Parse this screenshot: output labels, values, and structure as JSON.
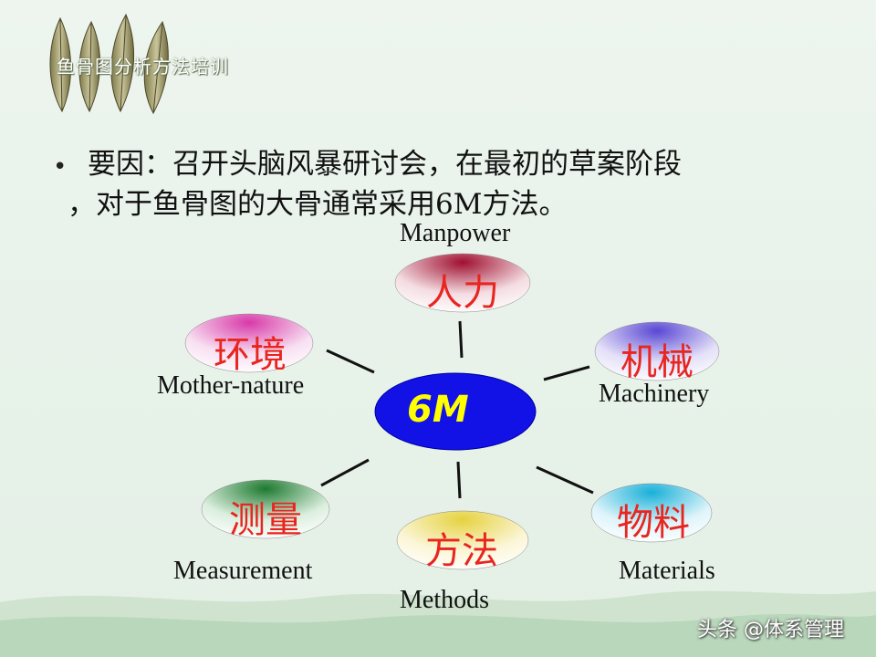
{
  "slide": {
    "title": "鱼骨图分析方法培训",
    "bullet_line1": "要因：召开头脑风暴研讨会，在最初的草案阶段",
    "bullet_line2": "，对于鱼骨图的大骨通常采用6M方法。"
  },
  "diagram": {
    "center": "6M",
    "nodes": [
      {
        "cn": "人力",
        "en": "Manpower"
      },
      {
        "cn": "机械",
        "en": "Machinery"
      },
      {
        "cn": "物料",
        "en": "Materials"
      },
      {
        "cn": "方法",
        "en": "Methods"
      },
      {
        "cn": "测量",
        "en": "Measurement"
      },
      {
        "cn": "环境",
        "en": "Mother-nature"
      }
    ]
  },
  "watermark": "头条 @体系管理",
  "colors": {
    "center_fill": "#1010e8",
    "center_text": "#ffff00",
    "node_text": "#e8251f",
    "manpower_node": "#b01840",
    "machinery_node": "#6a5adc",
    "materials_node": "#28b8d8",
    "methods_node": "#e8d860",
    "measurement_node": "#2e8c3e",
    "mother_nature_node": "#e050b8"
  }
}
